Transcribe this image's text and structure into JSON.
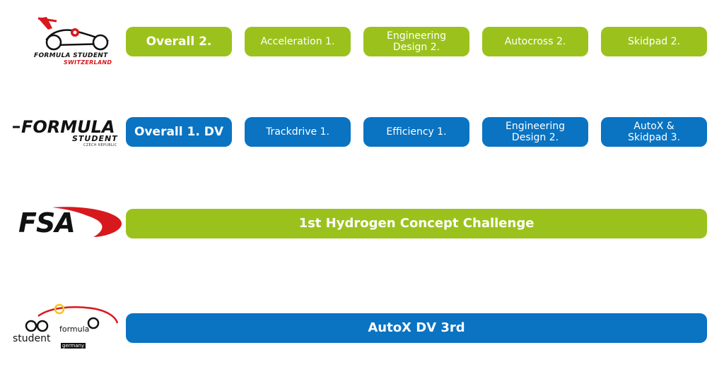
{
  "colors": {
    "green": "#9bc21c",
    "blue": "#0a73c2",
    "red": "#d7191d",
    "black": "#111111",
    "yellow": "#f2c61c"
  },
  "rows": [
    {
      "logo": {
        "icon": "formula-student-switzerland-logo",
        "line1": "FORMULA STUDENT",
        "line2": "SWITZERLAND"
      },
      "pills": [
        {
          "label": "Overall 2."
        },
        {
          "label": "Acceleration 1."
        },
        {
          "label": "Engineering\nDesign 2."
        },
        {
          "label": "Autocross 2."
        },
        {
          "label": "Skidpad 2."
        }
      ]
    },
    {
      "logo": {
        "icon": "formula-student-czech-logo",
        "line1": "FORMULA",
        "line2": "STUDENT",
        "line3": "CZECH REPUBLIC"
      },
      "pills": [
        {
          "label": "Overall 1. DV"
        },
        {
          "label": "Trackdrive 1."
        },
        {
          "label": "Efficiency 1."
        },
        {
          "label": "Engineering\nDesign 2."
        },
        {
          "label": "AutoX &\nSkidpad 3."
        }
      ]
    },
    {
      "logo": {
        "icon": "fsa-logo",
        "line1": "FSA"
      },
      "pills": [
        {
          "label": "1st Hydrogen Concept Challenge"
        }
      ]
    },
    {
      "logo": {
        "icon": "formula-student-germany-logo",
        "line1": "formula",
        "line2": "student",
        "line3": "germany"
      },
      "pills": [
        {
          "label": "AutoX DV 3rd"
        }
      ]
    }
  ]
}
